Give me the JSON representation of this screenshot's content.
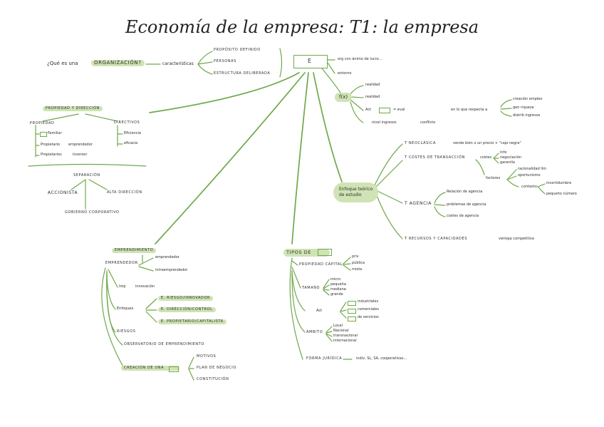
{
  "title": "Economía de la empresa: T1: la empresa",
  "center": {
    "box": "E",
    "defs": [
      "org con ánimo de lucro...",
      "entorno"
    ],
    "func": "f(x)",
    "func_items": [
      "realidad",
      "realidad",
      "Act",
      "= eval",
      "en lo que respecta a",
      "nivel ingresos",
      "conflicto"
    ],
    "func_targets": [
      "creación empleo",
      "gen riqueza",
      "distrib ingresos"
    ]
  },
  "org": {
    "question": "¿Qué es una",
    "highlight": "ORGANIZACIÓN?",
    "caract": "características",
    "items": [
      "PROPÓSITO DEFINIDO",
      "PERSONAS",
      "ESTRUCTURA DELIBERADA"
    ]
  },
  "prop": {
    "title": "PROPIEDAD Y DIRECCIÓN",
    "propiedad": "PROPIEDAD",
    "prop_items": [
      "Familiar",
      "Propietario",
      "Propietarios"
    ],
    "prop_targets": [
      "emprendedor",
      "inversor"
    ],
    "directivos": "DIRECTIVOS",
    "dir_items": [
      "Eficiencia",
      "eficacia"
    ],
    "separacion": "SEPARACIÓN",
    "accionista": "ACCIONISTA",
    "alta": "ALTA DIRECCIÓN",
    "gobierno": "GOBIERNO CORPORATIVO"
  },
  "enfoque": {
    "label": "Enfoque teórico",
    "sub": "de estudio",
    "items": [
      "T NEOCLÁSICA",
      "T COSTES DE TRANSACCIÓN",
      "T AGENCIA",
      "T RECURSOS Y CAPACIDADES"
    ],
    "neoclasica": "vende bien x un precio + \"caja negra\"",
    "costes": "costes",
    "costes_items": [
      "info",
      "negociación",
      "garantía"
    ],
    "factores": "factores",
    "factores_items": [
      "racionalidad lim",
      "oportunismo",
      "incertidumbre",
      "pequeño número"
    ],
    "contexto": "contexto",
    "agencia_items": [
      "Relación de agencia",
      "problemas de agencia",
      "costes de agencia"
    ],
    "recursos": "ventaja competitiva"
  },
  "emprendimiento": {
    "title": "EMPRENDIMIENTO",
    "emprendedor": "EMPRENDEDOR",
    "emp_items": [
      "emprendedor",
      "intraemprendedor"
    ],
    "imp": "Imp",
    "innovacion": "innovación",
    "enfoques": "Enfoques",
    "enf_items": [
      "E. RIESGO/INNOVADOR",
      "E. DIRECCIÓN/CONTROL",
      "E. PROPIETARIO/CAPITALISTA"
    ],
    "riesgos": "RIESGOS",
    "observatorio": "OBSERVATORIO DE EMPRENDIMIENTO",
    "creacion": "CREACIÓN DE UNA",
    "creacion_items": [
      "MOTIVOS",
      "PLAN DE NEGOCIO",
      "CONSTITUCIÓN"
    ]
  },
  "tipos": {
    "title": "TIPOS DE",
    "propiedad": "PROPIEDAD CAPITAL",
    "prop_items": [
      "priv",
      "pública",
      "mixta"
    ],
    "tamano": "TAMAÑO",
    "tam_items": [
      "micro",
      "pequeña",
      "mediana",
      "grande"
    ],
    "act": "Act",
    "act_items": [
      "industriales",
      "comerciales",
      "de servicios"
    ],
    "ambito": "ÁMBITO",
    "amb_items": [
      "Local",
      "Nacional",
      "transnacional",
      "internacional"
    ],
    "forma": "FORMA JURÍDICA",
    "forma_items": "indiv, SL, SA, cooperativas..."
  }
}
